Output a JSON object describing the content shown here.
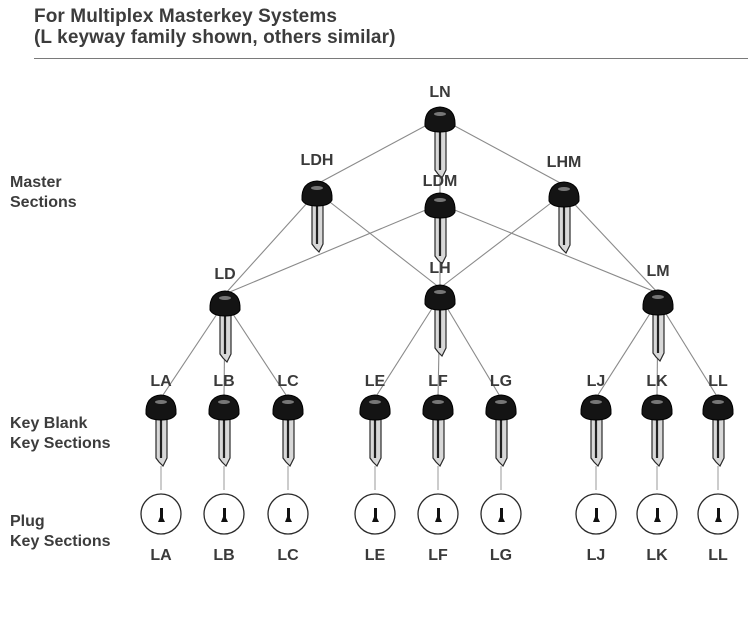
{
  "header": {
    "line1": "For Multiplex Masterkey Systems",
    "line2": "(L keyway family shown, others similar)"
  },
  "side_labels": {
    "master_1": "Master",
    "master_2": "Sections",
    "keyblank_1": "Key Blank",
    "keyblank_2": "Key Sections",
    "plug_1": "Plug",
    "plug_2": "Key Sections"
  },
  "master_keys": [
    "LN",
    "LDH",
    "LDM",
    "LHM",
    "LD",
    "LH",
    "LM"
  ],
  "blank_keys": [
    "LA",
    "LB",
    "LC",
    "LE",
    "LF",
    "LG",
    "LJ",
    "LK",
    "LL"
  ],
  "plugs": [
    "LA",
    "LB",
    "LC",
    "LE",
    "LF",
    "LG",
    "LJ",
    "LK",
    "LL"
  ],
  "connections": [
    [
      "LN",
      "LDH"
    ],
    [
      "LN",
      "LDM"
    ],
    [
      "LN",
      "LHM"
    ],
    [
      "LDH",
      "LD"
    ],
    [
      "LDH",
      "LH"
    ],
    [
      "LDM",
      "LD"
    ],
    [
      "LDM",
      "LH"
    ],
    [
      "LDM",
      "LM"
    ],
    [
      "LHM",
      "LH"
    ],
    [
      "LHM",
      "LM"
    ],
    [
      "LD",
      "LA"
    ],
    [
      "LD",
      "LB"
    ],
    [
      "LD",
      "LC"
    ],
    [
      "LH",
      "LE"
    ],
    [
      "LH",
      "LF"
    ],
    [
      "LH",
      "LG"
    ],
    [
      "LM",
      "LJ"
    ],
    [
      "LM",
      "LK"
    ],
    [
      "LM",
      "LL"
    ]
  ]
}
